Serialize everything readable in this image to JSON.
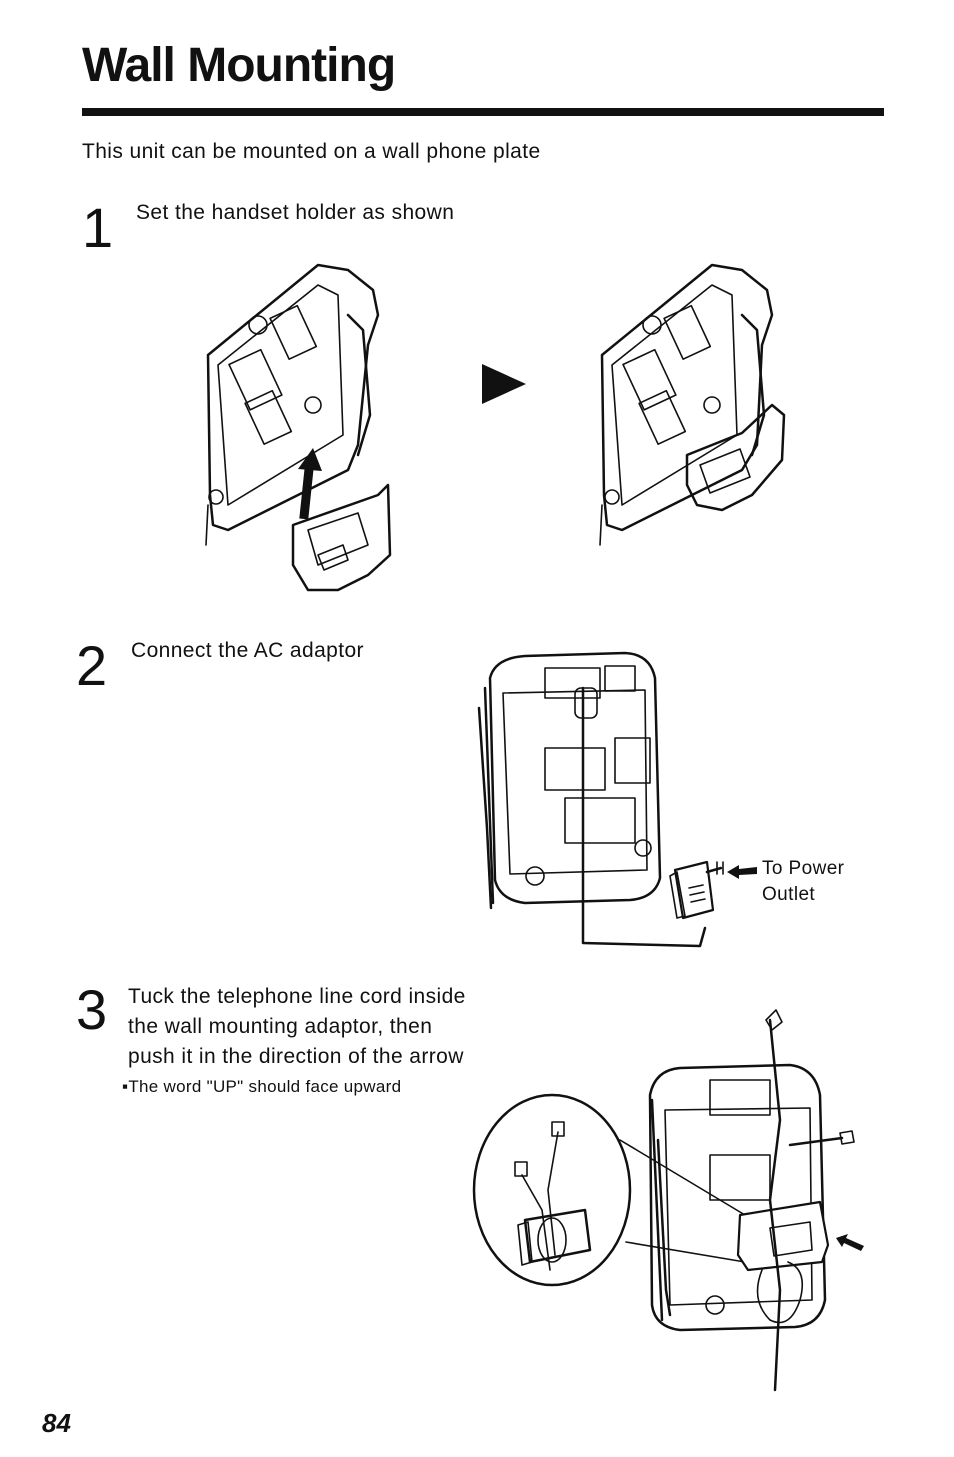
{
  "page": {
    "title": "Wall Mounting",
    "intro": "This unit can be mounted on a wall phone plate",
    "page_number": "84"
  },
  "steps": [
    {
      "number": "1",
      "text": "Set the handset holder as shown"
    },
    {
      "number": "2",
      "text": "Connect the AC adaptor"
    },
    {
      "number": "3",
      "lines": [
        "Tuck the telephone line cord inside",
        "the wall mounting adaptor, then",
        "push it in the direction of the arrow"
      ],
      "note": "The word \"UP\" should face upward"
    }
  ],
  "callouts": {
    "power_outlet": [
      "To Power",
      "Outlet"
    ]
  },
  "icons": {
    "step1_arrow": "play-arrow-icon",
    "power_arrow": "arrow-left-icon",
    "push_arrow": "arrow-push-icon"
  }
}
